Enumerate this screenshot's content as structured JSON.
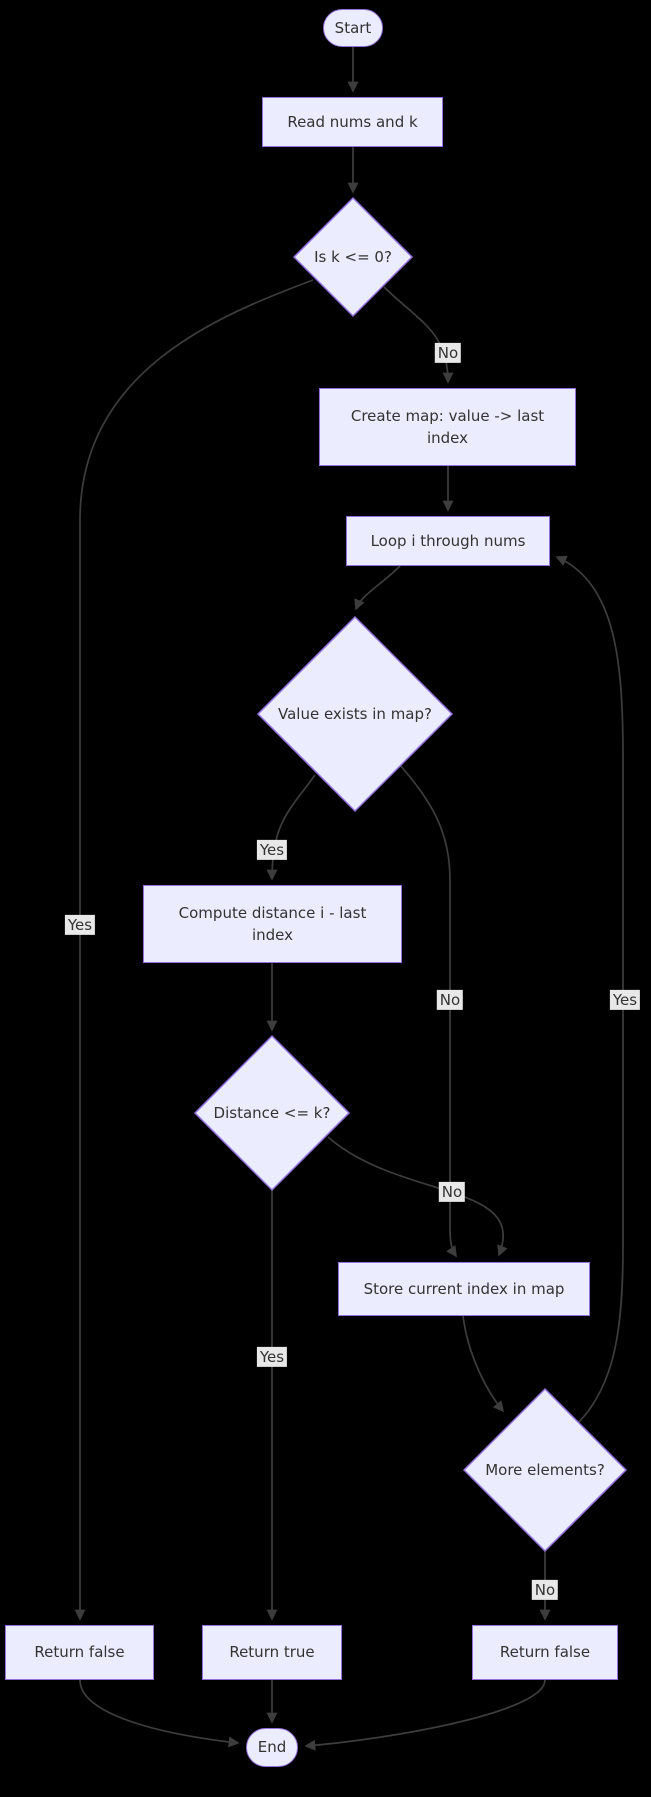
{
  "diagram": {
    "type": "flowchart",
    "colors": {
      "background": "#000000",
      "node_fill": "#ECECFF",
      "node_border": "#9370DB",
      "edge": "#3d3d3d",
      "text": "#333333",
      "edge_label_bg": "#e8e8e8"
    },
    "nodes": {
      "start": {
        "label": "Start",
        "shape": "stadium"
      },
      "read": {
        "label": "Read nums and k",
        "shape": "rect"
      },
      "k_check": {
        "label": "Is k <= 0?",
        "shape": "diamond"
      },
      "create_map": {
        "label": "Create map: value -> last index",
        "shape": "rect"
      },
      "loop": {
        "label": "Loop i through nums",
        "shape": "rect"
      },
      "value_exists": {
        "label": "Value exists in map?",
        "shape": "diamond"
      },
      "compute": {
        "label": "Compute distance i - last index",
        "shape": "rect"
      },
      "distance_check": {
        "label": "Distance <= k?",
        "shape": "diamond"
      },
      "store": {
        "label": "Store current index in map",
        "shape": "rect"
      },
      "more": {
        "label": "More elements?",
        "shape": "diamond"
      },
      "return_false_left": {
        "label": "Return false",
        "shape": "rect"
      },
      "return_true": {
        "label": "Return true",
        "shape": "rect"
      },
      "return_false_right": {
        "label": "Return false",
        "shape": "rect"
      },
      "end": {
        "label": "End",
        "shape": "stadium"
      }
    },
    "edges": [
      {
        "from": "start",
        "to": "read",
        "label": ""
      },
      {
        "from": "read",
        "to": "k_check",
        "label": ""
      },
      {
        "from": "k_check",
        "to": "create_map",
        "label": "No"
      },
      {
        "from": "k_check",
        "to": "return_false_left",
        "label": "Yes"
      },
      {
        "from": "create_map",
        "to": "loop",
        "label": ""
      },
      {
        "from": "loop",
        "to": "value_exists",
        "label": ""
      },
      {
        "from": "value_exists",
        "to": "compute",
        "label": "Yes"
      },
      {
        "from": "value_exists",
        "to": "store",
        "label": "No"
      },
      {
        "from": "compute",
        "to": "distance_check",
        "label": ""
      },
      {
        "from": "distance_check",
        "to": "return_true",
        "label": "Yes"
      },
      {
        "from": "distance_check",
        "to": "store",
        "label": "No"
      },
      {
        "from": "store",
        "to": "more",
        "label": ""
      },
      {
        "from": "more",
        "to": "loop",
        "label": "Yes"
      },
      {
        "from": "more",
        "to": "return_false_right",
        "label": "No"
      },
      {
        "from": "return_false_left",
        "to": "end",
        "label": ""
      },
      {
        "from": "return_true",
        "to": "end",
        "label": ""
      },
      {
        "from": "return_false_right",
        "to": "end",
        "label": ""
      }
    ]
  }
}
